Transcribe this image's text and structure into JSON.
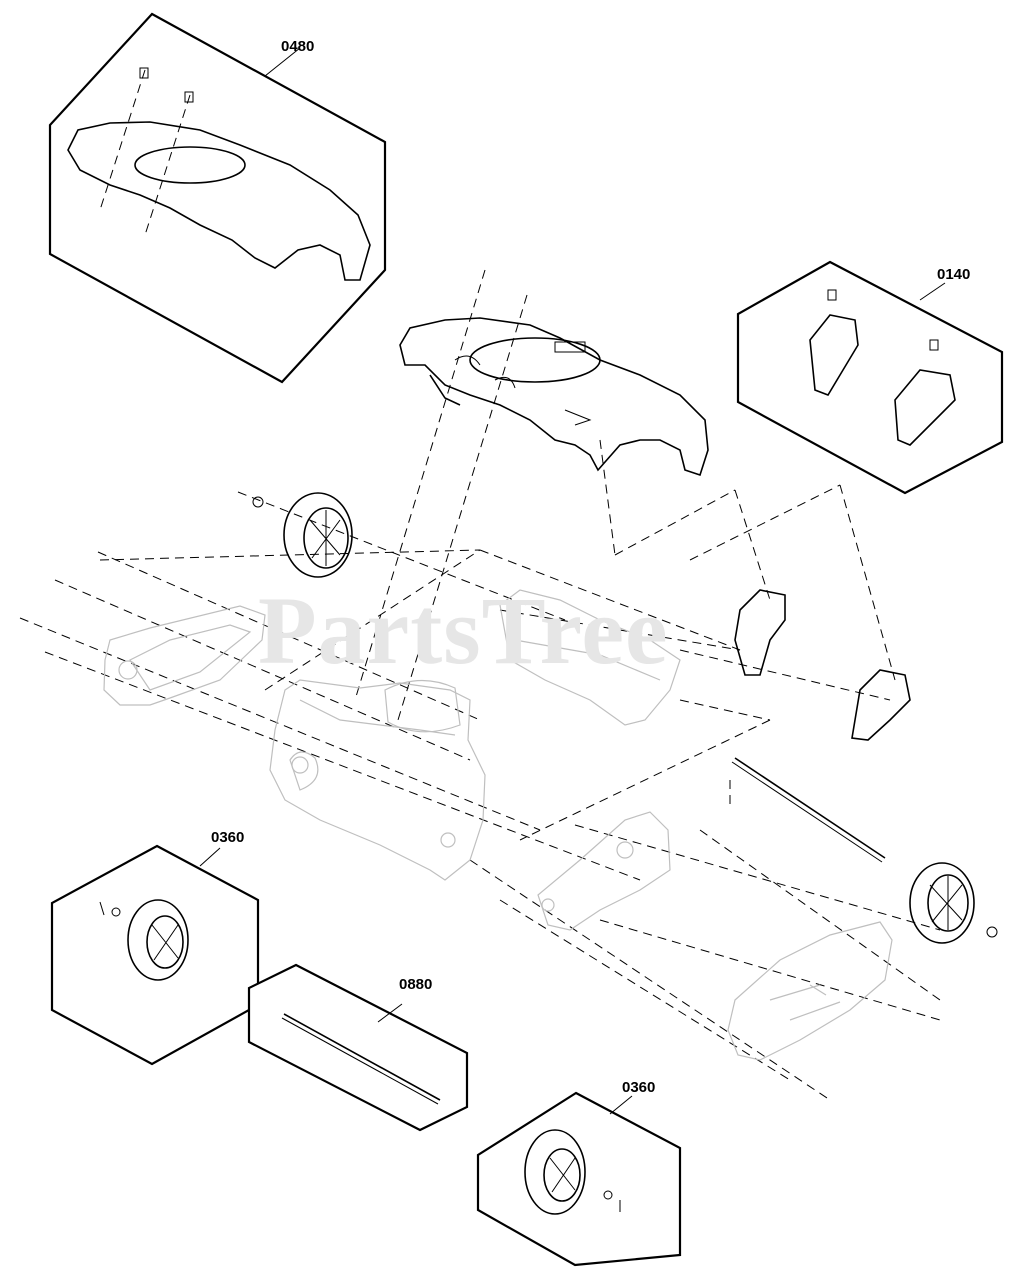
{
  "watermark": "PartsTree",
  "callouts": {
    "top_left_housing": "0480",
    "bracket_kit": "0140",
    "wheel_left": "0360",
    "axle": "0880",
    "wheel_bottom": "0360"
  }
}
